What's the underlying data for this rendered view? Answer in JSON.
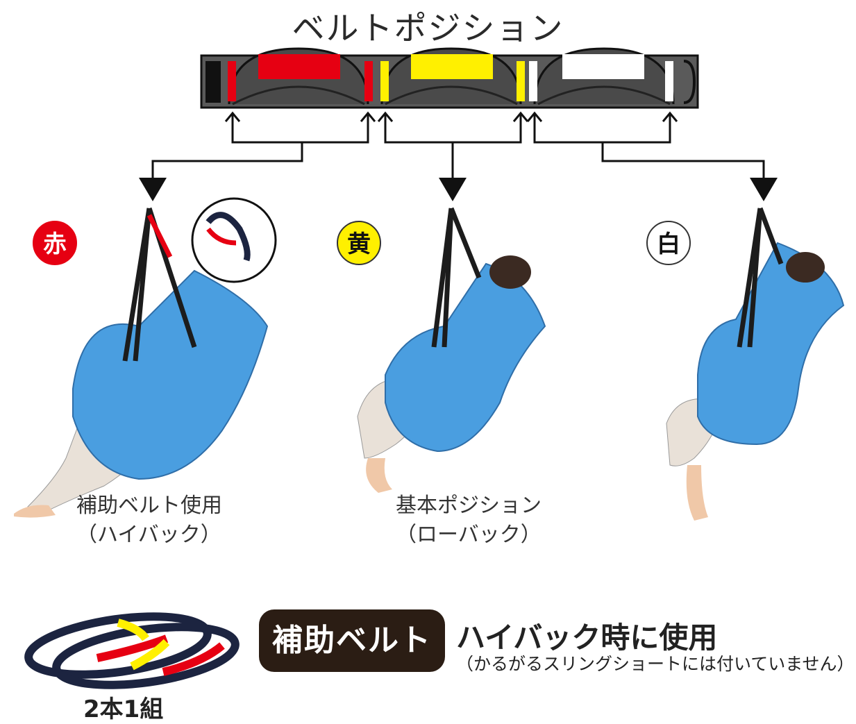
{
  "title": "ベルトポジション",
  "belt_diagram": {
    "positions": [
      {
        "color_name": "赤",
        "color": "#e60012"
      },
      {
        "color_name": "黄",
        "color": "#fff000"
      },
      {
        "color_name": "白",
        "color": "#ffffff"
      }
    ]
  },
  "figures": [
    {
      "badge": "赤",
      "badge_color": "#e60012",
      "caption_line1": "補助ベルト使用",
      "caption_line2": "（ハイバック）"
    },
    {
      "badge": "黄",
      "badge_color": "#fff000",
      "caption_line1": "基本ポジション",
      "caption_line2": "（ローバック）"
    },
    {
      "badge": "白",
      "badge_color": "#ffffff",
      "caption_line1": "",
      "caption_line2": ""
    }
  ],
  "accessory": {
    "label": "補助ベルト",
    "usage": "ハイバック時に使用",
    "note": "（かるがるスリングショートには付いていません）",
    "set": "2本1組"
  },
  "colors": {
    "sling_blue": "#4a9ee0",
    "frame_gray": "#555555",
    "belt_navy": "#1c2440"
  }
}
